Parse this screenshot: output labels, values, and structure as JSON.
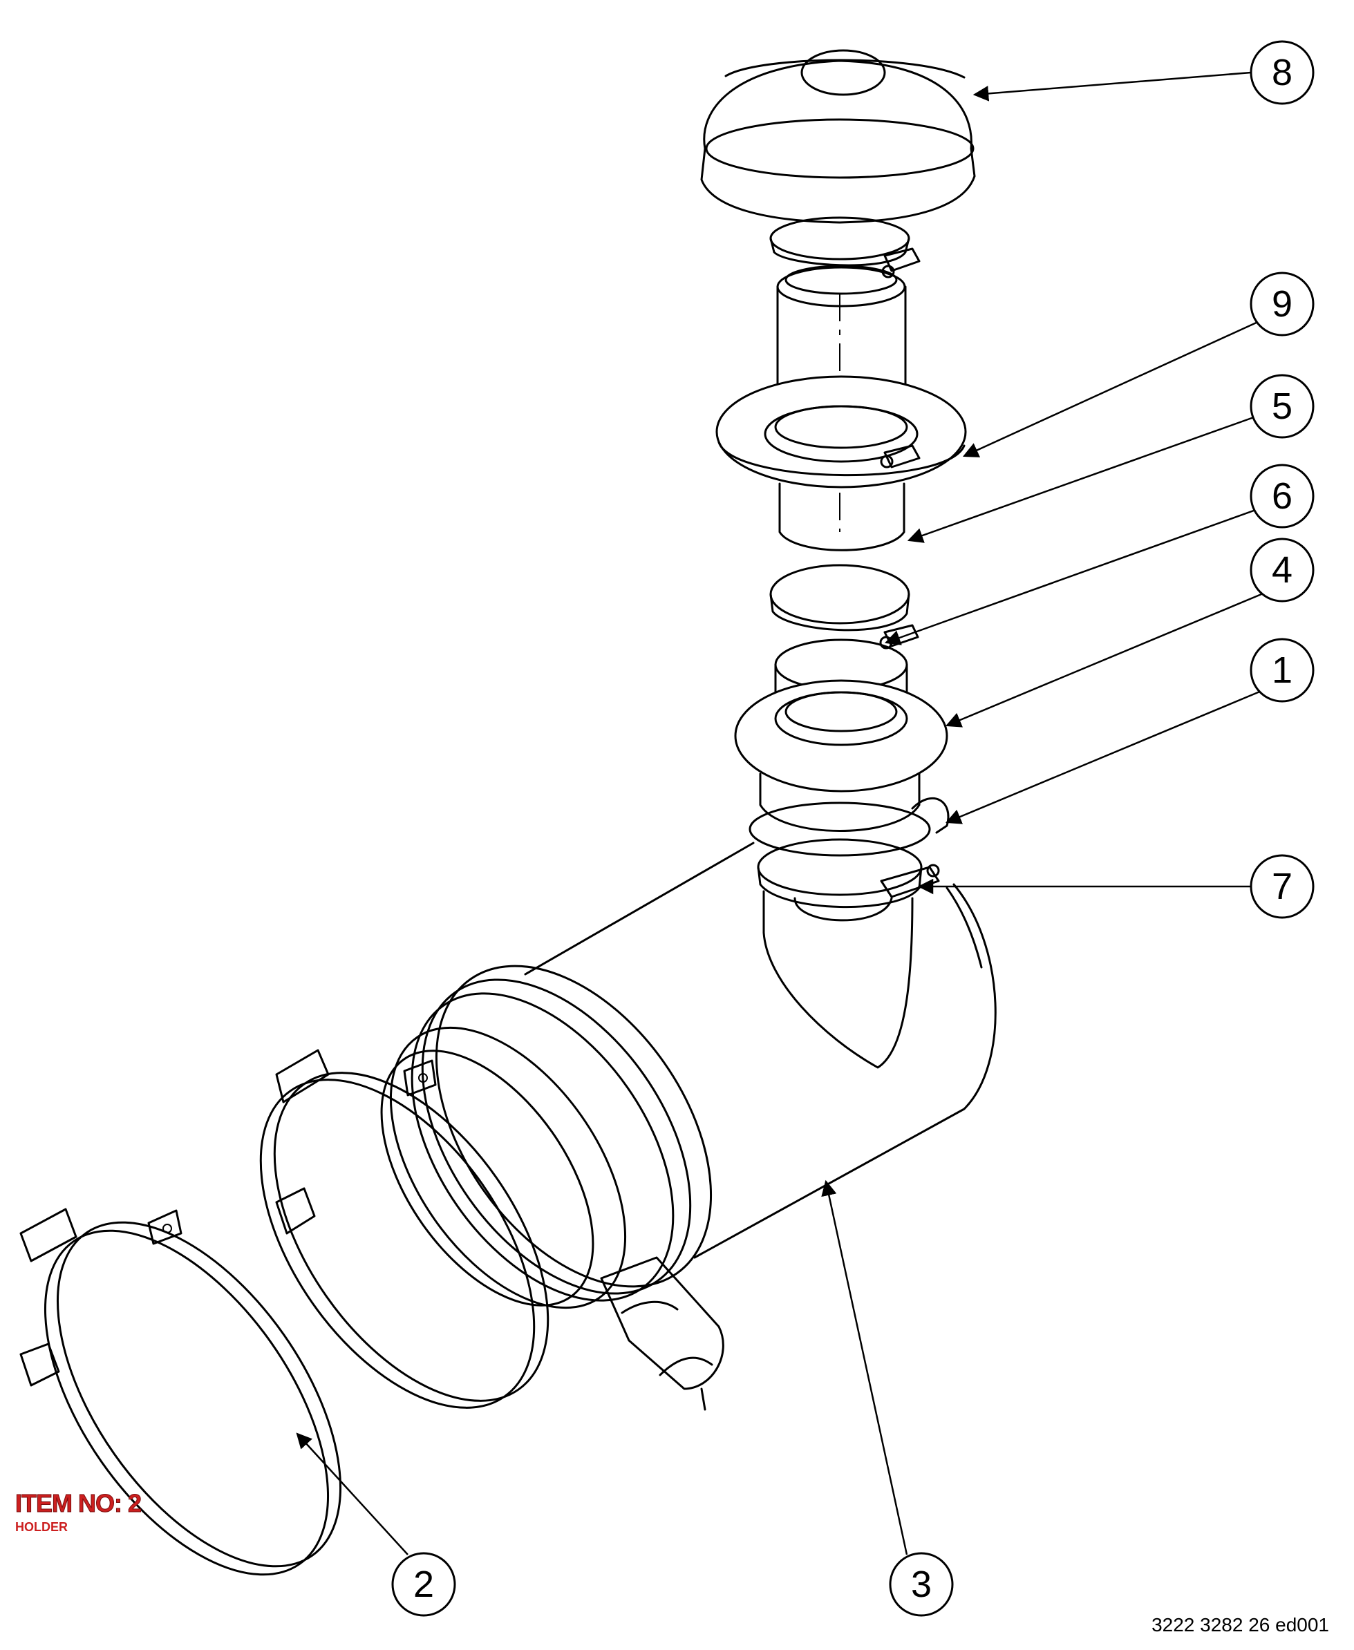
{
  "drawing": {
    "doc_number": "3222 3282 26 ed001",
    "item_label": {
      "title": "ITEM NO: 2",
      "subtitle": "HOLDER",
      "color": "#cc1f1f"
    },
    "balloons": [
      {
        "id": "8",
        "label": "8"
      },
      {
        "id": "9",
        "label": "9"
      },
      {
        "id": "5",
        "label": "5"
      },
      {
        "id": "6",
        "label": "6"
      },
      {
        "id": "4",
        "label": "4"
      },
      {
        "id": "1",
        "label": "1"
      },
      {
        "id": "7",
        "label": "7"
      },
      {
        "id": "2",
        "label": "2"
      },
      {
        "id": "3",
        "label": "3"
      }
    ]
  }
}
